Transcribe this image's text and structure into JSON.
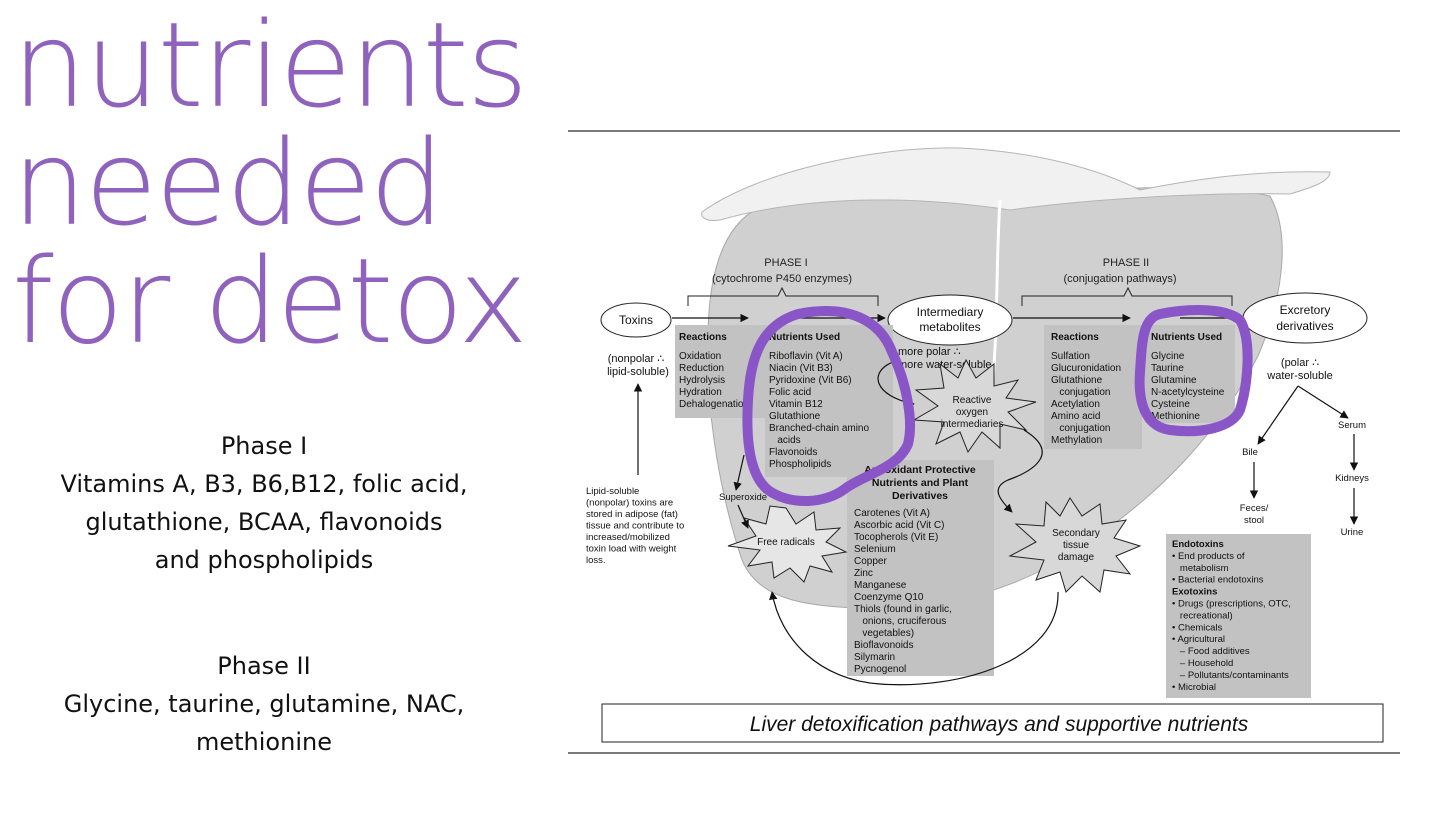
{
  "title": {
    "line1": "nutrients",
    "line2": "needed",
    "line3": "for detox"
  },
  "phase1_summary": {
    "heading": "Phase I",
    "lines": [
      "Vitamins A, B3, B6,B12, folic acid,",
      "glutathione, BCAA, flavonoids",
      "and phospholipids"
    ]
  },
  "phase2_summary": {
    "heading": "Phase II",
    "lines": [
      "Glycine, taurine, glutamine, NAC,",
      "methionine"
    ]
  },
  "colors": {
    "accent": "#8e62bd",
    "box_fill": "#c2c2c2",
    "liver_fill": "#d0d0d0"
  },
  "diagram": {
    "phase1_label": [
      "PHASE I",
      "(cytochrome P450 enzymes)"
    ],
    "phase2_label": [
      "PHASE II",
      "(conjugation pathways)"
    ],
    "toxins": "Toxins",
    "toxins_note": [
      "(nonpolar ∴",
      "lipid-soluble)"
    ],
    "intermediary": [
      "Intermediary",
      "metabolites"
    ],
    "intermediary_note": [
      "more polar ∴",
      "more water-soluble"
    ],
    "excretory": [
      "Excretory",
      "derivatives"
    ],
    "excretory_note": [
      "(polar ∴",
      "water-soluble"
    ],
    "phase1_reactions": {
      "heading": "Reactions",
      "items": [
        "Oxidation",
        "Reduction",
        "Hydrolysis",
        "Hydration",
        "Dehalogenation"
      ]
    },
    "phase1_nutrients": {
      "heading": "Nutrients Used",
      "items": [
        "Riboflavin (Vit A)",
        "Niacin (Vit B3)",
        "Pyridoxine (Vit B6)",
        "Folic acid",
        "Vitamin B12",
        "Glutathione",
        "Branched-chain amino",
        "   acids",
        "Flavonoids",
        "Phospholipids"
      ]
    },
    "phase2_reactions": {
      "heading": "Reactions",
      "items": [
        "Sulfation",
        "Glucuronidation",
        "Glutathione",
        "   conjugation",
        "Acetylation",
        "Amino acid",
        "   conjugation",
        "Methylation"
      ]
    },
    "phase2_nutrients": {
      "heading": "Nutrients Used",
      "items": [
        "Glycine",
        "Taurine",
        "Glutamine",
        "N-acetylcysteine",
        "Cysteine",
        "Methionine"
      ]
    },
    "antioxidant": {
      "heading": [
        "Antioxidant Protective",
        "Nutrients and Plant",
        "Derivatives"
      ],
      "items": [
        "Carotenes (Vit A)",
        "Ascorbic acid (Vit C)",
        "Tocopherols (Vit E)",
        "Selenium",
        "Copper",
        "Zinc",
        "Manganese",
        "Coenzyme Q10",
        "Thiols (found in garlic,",
        "   onions, cruciferous",
        "   vegetables)",
        "Bioflavonoids",
        "Silymarin",
        "Pycnogenol"
      ]
    },
    "ros": [
      "Reactive",
      "oxygen",
      "intermediaries"
    ],
    "superoxide": "Superoxide",
    "free_radicals": "Free radicals",
    "secondary": [
      "Secondary",
      "tissue",
      "damage"
    ],
    "lipid_note": [
      "Lipid-soluble",
      "(nonpolar) toxins are",
      "stored in adipose (fat)",
      "tissue and contribute to",
      "increased/mobilized",
      "toxin load with weight",
      "loss."
    ],
    "bile": "Bile",
    "feces": [
      "Feces/",
      "stool"
    ],
    "serum": "Serum",
    "kidneys": "Kidneys",
    "urine": "Urine",
    "endotoxins": {
      "heading": "Endotoxins",
      "items": [
        "• End products of",
        "   metabolism",
        "• Bacterial endotoxins"
      ]
    },
    "exotoxins": {
      "heading": "Exotoxins",
      "items": [
        "• Drugs (prescriptions, OTC,",
        "   recreational)",
        "• Chemicals",
        "• Agricultural",
        "   – Food additives",
        "   – Household",
        "   – Pollutants/contaminants",
        "• Microbial"
      ]
    },
    "caption": "Liver detoxification pathways and supportive nutrients"
  }
}
